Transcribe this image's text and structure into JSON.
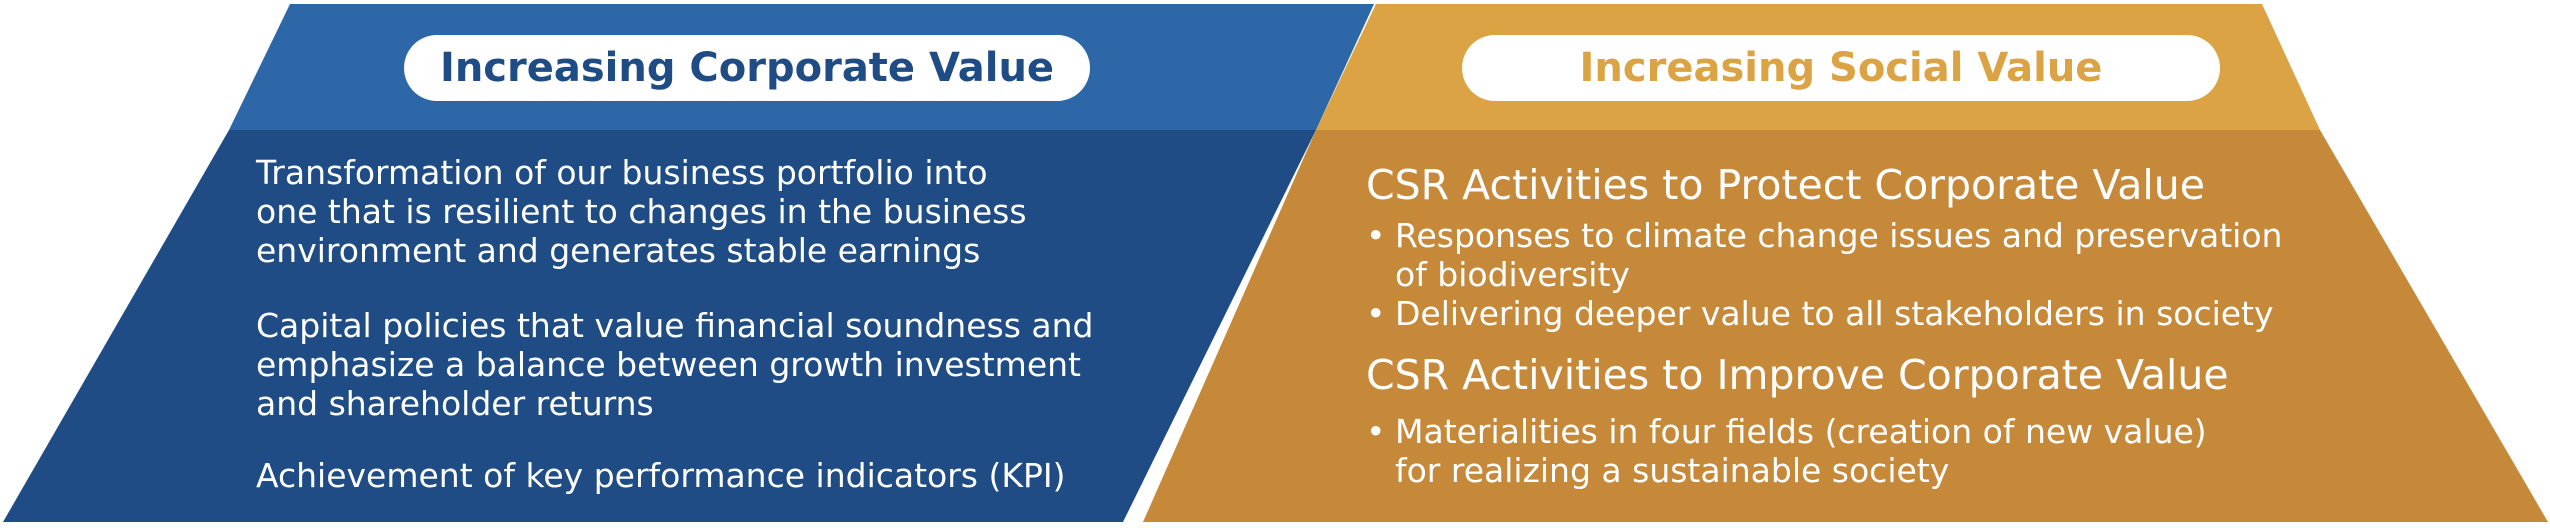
{
  "left": {
    "heading": "Increasing Corporate Value",
    "paragraphs": [
      [
        "Transformation of our business portfolio into",
        "one that is resilient to changes in the business",
        "environment and generates stable earnings"
      ],
      [
        "Capital policies that value financial soundness and",
        "emphasize a balance between growth investment",
        "and shareholder returns"
      ],
      [
        "Achievement of key performance indicators (KPI)"
      ]
    ]
  },
  "right": {
    "heading": "Increasing Social Value",
    "sections": [
      {
        "heading": "CSR Activities to Protect Corporate Value",
        "bullets": [
          [
            "Responses to climate change issues and preservation",
            "of biodiversity"
          ],
          [
            "Delivering deeper value to all stakeholders in society"
          ]
        ]
      },
      {
        "heading": "CSR Activities to Improve Corporate Value",
        "bullets": [
          [
            "Materialities in four fields (creation of new value)",
            "for realizing a sustainable society"
          ]
        ]
      }
    ]
  },
  "colors": {
    "blue_top": "#2d67a8",
    "blue_bottom": "#1f4c85",
    "gold_top": "#dba343",
    "gold_bottom": "#c6893a",
    "white": "#ffffff"
  }
}
